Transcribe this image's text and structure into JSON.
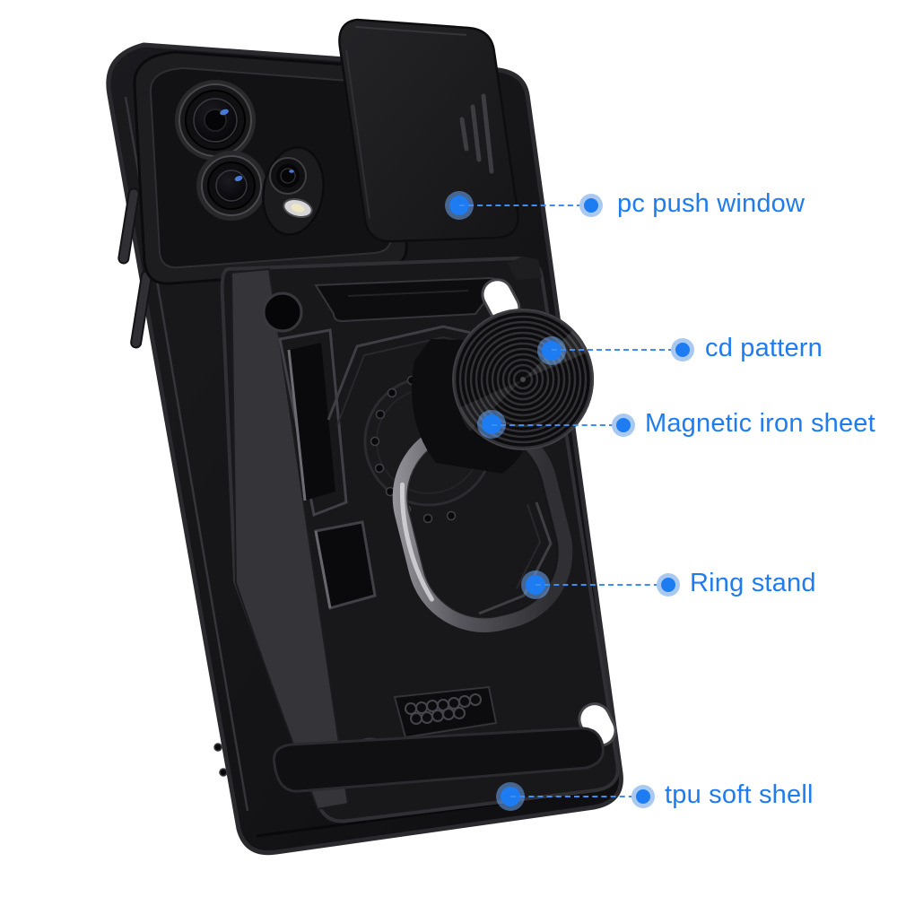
{
  "page": {
    "background": "#ffffff",
    "description": "Black armor phone case with slide camera cover, CD-pattern magnetic mount and ring stand, annotated with feature callouts"
  },
  "style": {
    "accent_blue": "#1f7cf0",
    "halo_blue": "#a9c9f1",
    "dash_blue": "#3d8df2",
    "case_black": "#161618"
  },
  "product": {
    "type": "armor phone case with ring stand and slide camera push window",
    "color": "black"
  },
  "callouts": [
    {
      "id": "pc-push-window",
      "label": "pc push window"
    },
    {
      "id": "cd-pattern",
      "label": "cd pattern"
    },
    {
      "id": "magnetic-iron-sheet",
      "label": "Magnetic iron sheet"
    },
    {
      "id": "ring-stand",
      "label": "Ring stand"
    },
    {
      "id": "tpu-soft-shell",
      "label": "tpu soft shell"
    }
  ]
}
